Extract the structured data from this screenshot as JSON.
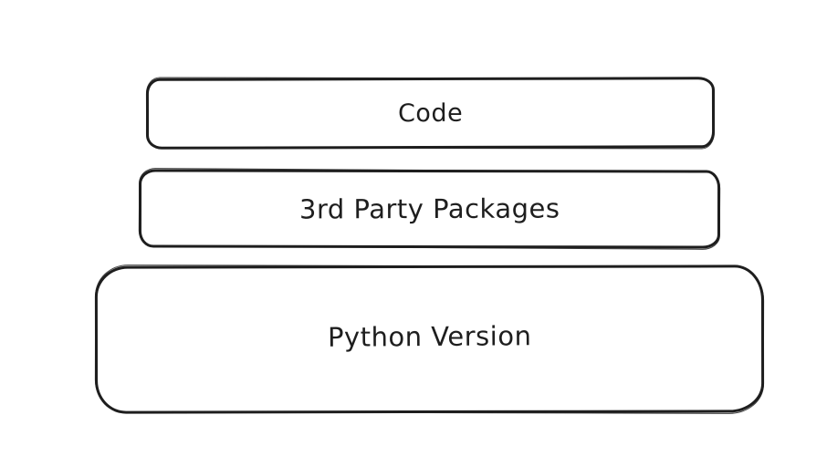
{
  "diagram": {
    "style": "hand-drawn-sketch",
    "background_color": "#ffffff",
    "stroke_color": "#1e1e1e",
    "fill_color": "#ffffff",
    "text_color": "#1e1e1e",
    "layers": [
      {
        "id": "code",
        "label": "Code"
      },
      {
        "id": "third-party-packages",
        "label": "3rd Party Packages"
      },
      {
        "id": "python-version",
        "label": "Python Version"
      }
    ]
  }
}
